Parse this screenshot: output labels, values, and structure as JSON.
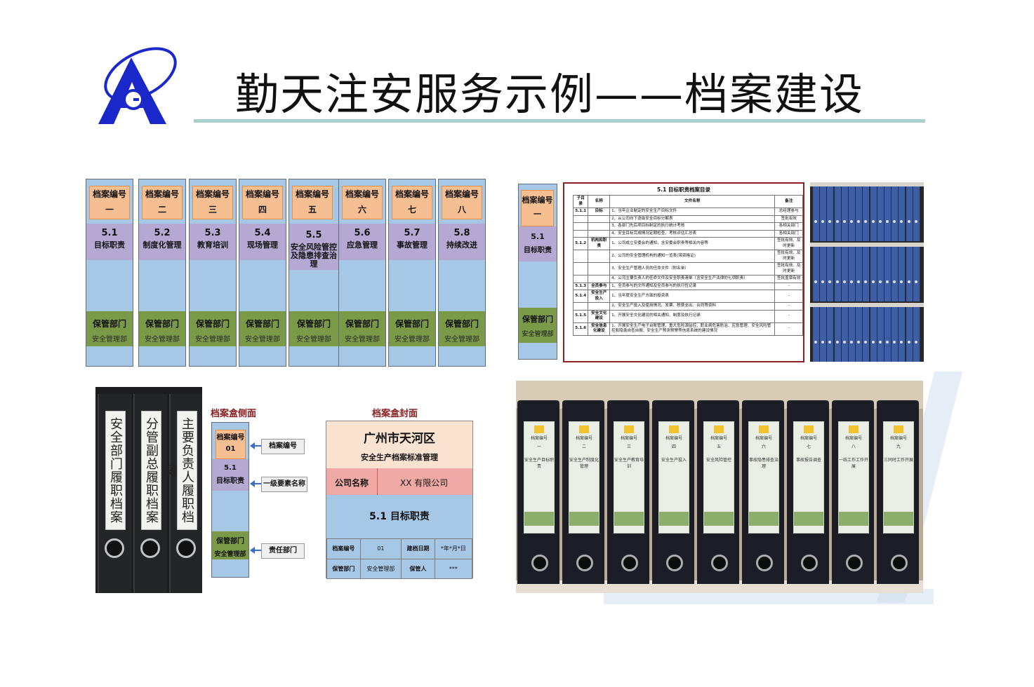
{
  "header": {
    "title": "勤天注安服务示例——档案建设",
    "colors": {
      "rule": "#a9cfcc",
      "logo": "#1a27c9"
    }
  },
  "spines": [
    {
      "num_label": "档案编号",
      "num": "一",
      "code": "5.1",
      "name": "目标职责",
      "dept_label": "保管部门",
      "dept": "安全管理部"
    },
    {
      "num_label": "档案编号",
      "num": "二",
      "code": "5.2",
      "name": "制度化管理",
      "dept_label": "保管部门",
      "dept": "安全管理部"
    },
    {
      "num_label": "档案编号",
      "num": "三",
      "code": "5.3",
      "name": "教育培训",
      "dept_label": "保管部门",
      "dept": "安全管理部"
    },
    {
      "num_label": "档案编号",
      "num": "四",
      "code": "5.4",
      "name": "现场管理",
      "dept_label": "保管部门",
      "dept": "安全管理部"
    },
    {
      "num_label": "档案编号",
      "num": "五",
      "code": "5.5",
      "name": "安全风险管控及隐患排查治理",
      "dept_label": "保管部门",
      "dept": "安全管理部"
    },
    {
      "num_label": "档案编号",
      "num": "六",
      "code": "5.6",
      "name": "应急管理",
      "dept_label": "保管部门",
      "dept": "安全管理部"
    },
    {
      "num_label": "档案编号",
      "num": "七",
      "code": "5.7",
      "name": "事故管理",
      "dept_label": "保管部门",
      "dept": "安全管理部"
    },
    {
      "num_label": "档案编号",
      "num": "八",
      "code": "5.8",
      "name": "持续改进",
      "dept_label": "保管部门",
      "dept": "安全管理部"
    }
  ],
  "single_spine": {
    "num_label": "档案编号",
    "num": "一",
    "code": "5.1",
    "name": "目标职责",
    "dept_label": "保管部门",
    "dept": "安全管理部"
  },
  "doc_table": {
    "title": "5.1 目标职责档案目录",
    "headers": [
      "子目录",
      "名称",
      "文件名称",
      "备注"
    ],
    "rows": [
      [
        "5.1.1",
        "目标",
        "1、当年企业制定的安全生产目标文件",
        "总经理参与"
      ],
      [
        "",
        "",
        "2、从公司向下逐级安全目标分解表",
        "签批有效"
      ],
      [
        "",
        "",
        "3、各部门先后项目标制定的执行统计考核",
        "各相关部门"
      ],
      [
        "",
        "",
        "4、安全目标完成情况定期检查、考核评估汇总表",
        "各相关部门"
      ],
      [
        "5.1.2",
        "机构和职责",
        "1、公司成立安委会的通知，含安委会职责等相关内容等",
        "签批有效、及时更新"
      ],
      [
        "",
        "",
        "2、公司的安全管理机构的通知一览表(带资格证)",
        "签批有效、及时更新"
      ],
      [
        "",
        "",
        "3、安全生产管理人员的任命文件（附名单）",
        "签批有效、及时更新"
      ],
      [
        "",
        "",
        "4、公司主要负责人的任命文件及安全职责清单（含安全生产法律的七项职责）",
        "签批盖章有效"
      ],
      [
        "5.1.3",
        "全员参与",
        "1、全员参与的文件通知及全员参与的执行性记录",
        "-"
      ],
      [
        "5.1.4",
        "安全生产投入",
        "1、当年度安全生产方面的投资表",
        "-"
      ],
      [
        "",
        "",
        "2、安全生产投入及使用情况、发票、税费支出、合同等资料",
        "-"
      ],
      [
        "5.1.5",
        "安全文化建设",
        "1、开展安全文化建设的相关通知、制度及执行记录",
        "-"
      ],
      [
        "5.1.6",
        "安全信息化建设",
        "1、开展安全生产电子台账管理，重大危险源监控、职业病危害防治、应急管理、安全风险管控和隐患自查自报、安全生产预测预警等信息系统的建设情况",
        "-"
      ]
    ]
  },
  "photo_binders": {
    "labels": [
      "安全部门履职档案",
      "分管副总履职档案",
      "主要负责人履职档案"
    ]
  },
  "side_diagram": {
    "title": "档案盒侧面",
    "num_label": "档案编号",
    "num": "01",
    "code": "5.1",
    "name": "目标职责",
    "dept_label": "保管部门",
    "dept": "安全管理部",
    "callouts": [
      "档案编号",
      "一级要素名称",
      "责任部门"
    ]
  },
  "cover": {
    "title": "档案盒封面",
    "city": "广州市天河区",
    "subtitle": "安全生产档案标准管理",
    "company_label": "公司名称",
    "company": "XX 有限公司",
    "main": "5.1 目标职责",
    "foot": [
      [
        "档案编号",
        "01",
        "建档日期",
        "*年*月*日"
      ],
      [
        "保管部门",
        "安全管理部",
        "保管人",
        "***"
      ]
    ]
  },
  "photo_row": {
    "cards": [
      {
        "num_label": "档案编号",
        "num": "一",
        "name": "安全生产目标职责"
      },
      {
        "num_label": "档案编号",
        "num": "二",
        "name": "安全生产制度化管理"
      },
      {
        "num_label": "档案编号",
        "num": "三",
        "name": "安全生产教育培训"
      },
      {
        "num_label": "档案编号",
        "num": "四",
        "name": "安全生产投入"
      },
      {
        "num_label": "档案编号",
        "num": "五",
        "name": "安全风险管控"
      },
      {
        "num_label": "档案编号",
        "num": "六",
        "name": "事故隐患排查治理"
      },
      {
        "num_label": "档案编号",
        "num": "七",
        "name": "事故报告调查"
      },
      {
        "num_label": "档案编号",
        "num": "八",
        "name": "一线工作工作开展"
      },
      {
        "num_label": "档案编号",
        "num": "九",
        "name": "三同时工作开展"
      }
    ]
  }
}
